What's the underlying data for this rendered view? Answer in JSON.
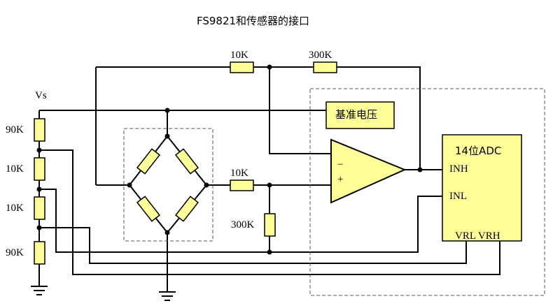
{
  "title": "FS9821和传感器的接口",
  "labels": {
    "vs": "Vs",
    "r_left_top": "90K",
    "r_left_2": "10K",
    "r_left_3": "10K",
    "r_left_bottom": "90K",
    "r_top_10k": "10K",
    "r_top_300k": "300K",
    "r_mid_10k": "10K",
    "r_mid_300k": "300K",
    "ref_voltage": "基准电压",
    "opamp_minus": "−",
    "opamp_plus": "+",
    "adc_title": "14位ADC",
    "adc_inh": "INH",
    "adc_inl": "INL",
    "adc_vrl_vrh": "VRL VRH"
  },
  "colors": {
    "component_fill": "#ffff99",
    "wire": "#000000",
    "dashed_box": "#555555"
  }
}
